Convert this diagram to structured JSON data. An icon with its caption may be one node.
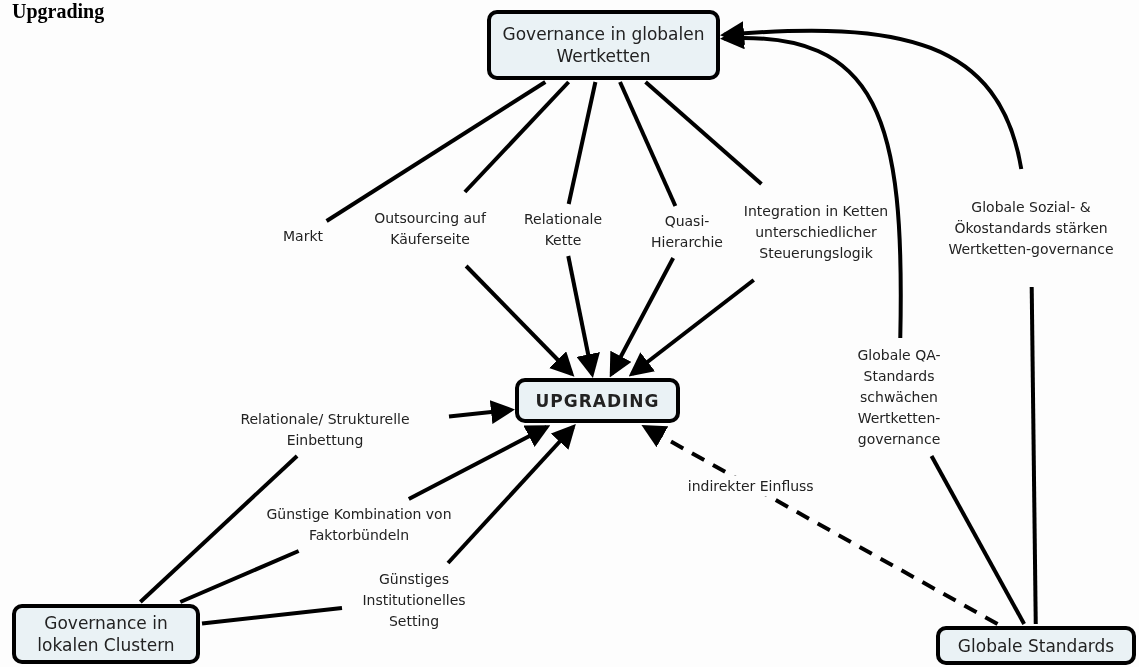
{
  "diagram": {
    "title": "Upgrading",
    "nodes": [
      {
        "text": [
          "Governance in globalen Wertketten"
        ]
      },
      {
        "text": [
          "Markt"
        ]
      },
      {
        "text": [
          "Outsourcing auf Käuferseite"
        ]
      },
      {
        "text": [
          "Relationale Kette"
        ]
      },
      {
        "text": [
          "Quasi-Hierarchie"
        ]
      },
      {
        "text": [
          "Integration in Ketten unterschiedlicher Steuerungslogik"
        ]
      },
      {
        "text": [
          "UPGRADING"
        ]
      },
      {
        "text": [
          "Relationale/ Strukturelle Einbettung"
        ]
      },
      {
        "text": [
          "Günstige Kombination von Faktorbündeln"
        ]
      },
      {
        "text": [
          "Günstiges Institutionelles Setting"
        ]
      },
      {
        "text": [
          "Governance in lokalen Clustern"
        ]
      },
      {
        "text": [
          "Globale QA-Standards schwächen Wertketten-governance"
        ]
      },
      {
        "text": [
          "Globale Sozial- & Ökostandards stärken Wertketten-governance"
        ]
      },
      {
        "text": [
          "Globale Standards"
        ]
      }
    ],
    "edges": [
      {
        "from": 0,
        "to": 1,
        "arrow": "none"
      },
      {
        "from": 0,
        "to": 2,
        "arrow": "none"
      },
      {
        "from": 0,
        "to": 3,
        "arrow": "none"
      },
      {
        "from": 0,
        "to": 4,
        "arrow": "none"
      },
      {
        "from": 0,
        "to": 5,
        "arrow": "none"
      },
      {
        "from": 2,
        "to": 6,
        "arrow": "to"
      },
      {
        "from": 3,
        "to": 6,
        "arrow": "to"
      },
      {
        "from": 4,
        "to": 6,
        "arrow": "to"
      },
      {
        "from": 5,
        "to": 6,
        "arrow": "to"
      },
      {
        "from": 10,
        "to": 7,
        "arrow": "none"
      },
      {
        "from": 7,
        "to": 6,
        "arrow": "to"
      },
      {
        "from": 10,
        "to": 8,
        "arrow": "none"
      },
      {
        "from": 8,
        "to": 6,
        "arrow": "to"
      },
      {
        "from": 10,
        "to": 9,
        "arrow": "none"
      },
      {
        "from": 9,
        "to": 6,
        "arrow": "to"
      },
      {
        "from": 13,
        "to": 11,
        "arrow": "none"
      },
      {
        "from": 11,
        "to": 0,
        "arrow": "to"
      },
      {
        "from": 13,
        "to": 12,
        "arrow": "none"
      },
      {
        "from": 12,
        "to": 0,
        "arrow": "to"
      },
      {
        "from": 13,
        "to": 6,
        "arrow": "to",
        "style": "dashed",
        "label": "indirekter Einfluss"
      }
    ]
  }
}
